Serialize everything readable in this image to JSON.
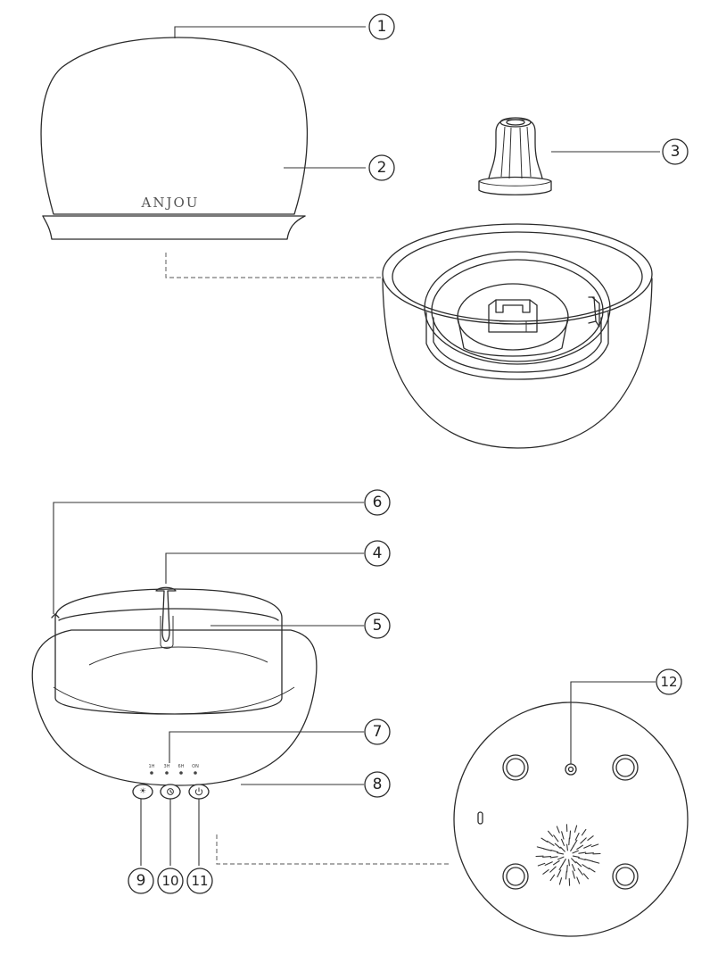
{
  "brand": {
    "logo_text": "ANJOU"
  },
  "timer_labels": [
    "1H",
    "3H",
    "6H",
    "ON"
  ],
  "callouts": [
    "1",
    "2",
    "3",
    "4",
    "5",
    "6",
    "7",
    "8",
    "9",
    "10",
    "11",
    "12"
  ],
  "icons": {
    "light_button": "sun-icon",
    "timer_button": "timer-icon",
    "power_button": "power-icon"
  }
}
